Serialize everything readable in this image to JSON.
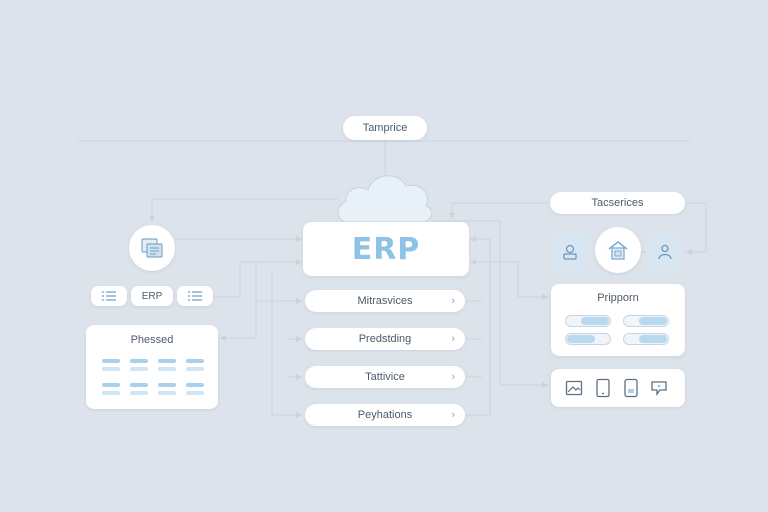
{
  "title_pill": "Tamprice",
  "erp_main": "ERP",
  "rows": [
    {
      "label": "Mitrasvices"
    },
    {
      "label": "Predstding"
    },
    {
      "label": "Tattivice"
    },
    {
      "label": "Peyhations"
    }
  ],
  "left": {
    "erp_mini": "ERP",
    "panel_title": "Phessed"
  },
  "right": {
    "services_pill": "Tacserices",
    "panel_title": "Pripporn"
  },
  "colors": {
    "background": "#dde3ea",
    "accent": "#8fc3e6",
    "line": "#c9d3dd"
  },
  "icons": [
    "document-icon",
    "list-icon",
    "home-icon",
    "user-icon",
    "person-icon",
    "cloud-icon",
    "image-icon",
    "tablet-icon",
    "phone-icon",
    "chat-icon"
  ]
}
